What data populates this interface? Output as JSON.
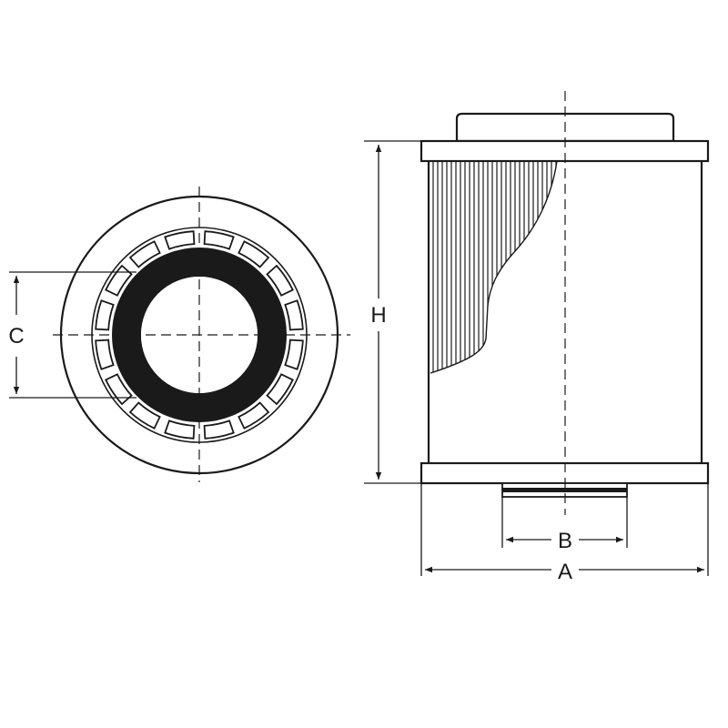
{
  "colors": {
    "line": "#1a1a1a",
    "fill": "#ffffff",
    "seal": "#1a1a1a"
  },
  "dimensions": {
    "a": "A",
    "b": "B",
    "c": "C",
    "h": "H"
  }
}
